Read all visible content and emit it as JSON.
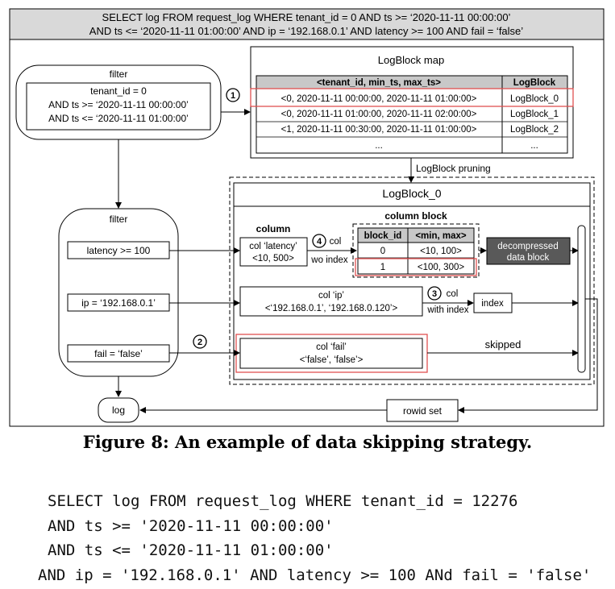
{
  "header": {
    "line1": "SELECT log FROM request_log WHERE tenant_id = 0 AND ts >= ‘2020-11-11 00:00:00’",
    "line2": "AND ts <= ‘2020-11-11 01:00:00’ AND ip = ‘192.168.0.1’ AND latency >= 100 AND fail = ‘false’"
  },
  "filter_top": {
    "title": "filter",
    "lines": [
      "tenant_id = 0",
      "AND ts >= ‘2020-11-11 00:00:00’",
      "AND ts <= ‘2020-11-11 01:00:00’"
    ]
  },
  "markers": {
    "m1": "1",
    "m2": "2",
    "m3": "3",
    "m4": "4"
  },
  "logblock_map": {
    "title": "LogBlock map",
    "col1": "<tenant_id, min_ts, max_ts>",
    "col2": "LogBlock",
    "rows": [
      [
        "<0, 2020-11-11 00:00:00, 2020-11-11 01:00:00>",
        "LogBlock_0"
      ],
      [
        "<0, 2020-11-11 01:00:00, 2020-11-11 02:00:00>",
        "LogBlock_1"
      ],
      [
        "<1, 2020-11-11 00:30:00, 2020-11-11 01:00:00>",
        "LogBlock_2"
      ],
      [
        "...",
        "..."
      ]
    ]
  },
  "pruning_label": "LogBlock pruning",
  "logblock0": {
    "title": "LogBlock_0",
    "column_label": "column",
    "column_block_label": "column block",
    "col_latency": [
      "col ‘latency’",
      "<10, 500>"
    ],
    "col_ip": [
      "col ‘ip’",
      "<‘192.168.0.1’, ‘192.168.0.120’>"
    ],
    "col_fail": [
      "col ‘fail’",
      "<‘false’, ‘false’>"
    ],
    "wo_index": [
      "col",
      "wo index"
    ],
    "with_index": [
      "col",
      "with index"
    ],
    "block_table": {
      "h1": "block_id",
      "h2": "<min, max>",
      "rows": [
        [
          "0",
          "<10, 100>"
        ],
        [
          "1",
          "<100, 300>"
        ]
      ]
    },
    "decompressed": [
      "decompressed",
      "data block"
    ],
    "index": "index",
    "skipped": "skipped"
  },
  "filter_bottom": {
    "title": "filter",
    "items": [
      "latency >= 100",
      "ip = ‘192.168.0.1’",
      "fail = ‘false’"
    ]
  },
  "log_label": "log",
  "rowid_label": "rowid set",
  "caption": "Figure 8: An example of data skipping strategy.",
  "sql_lines": [
    "SELECT log FROM request_log WHERE tenant_id = 12276",
    "AND ts >= '2020-11-11 00:00:00'",
    "AND ts <= '2020-11-11 01:00:00'",
    "AND ip = '192.168.0.1' AND latency >= 100 ANd fail = 'false'"
  ],
  "colors": {
    "highlight": "#e05050",
    "header_bg": "#d9d9d9",
    "dark_box": "#595959"
  }
}
